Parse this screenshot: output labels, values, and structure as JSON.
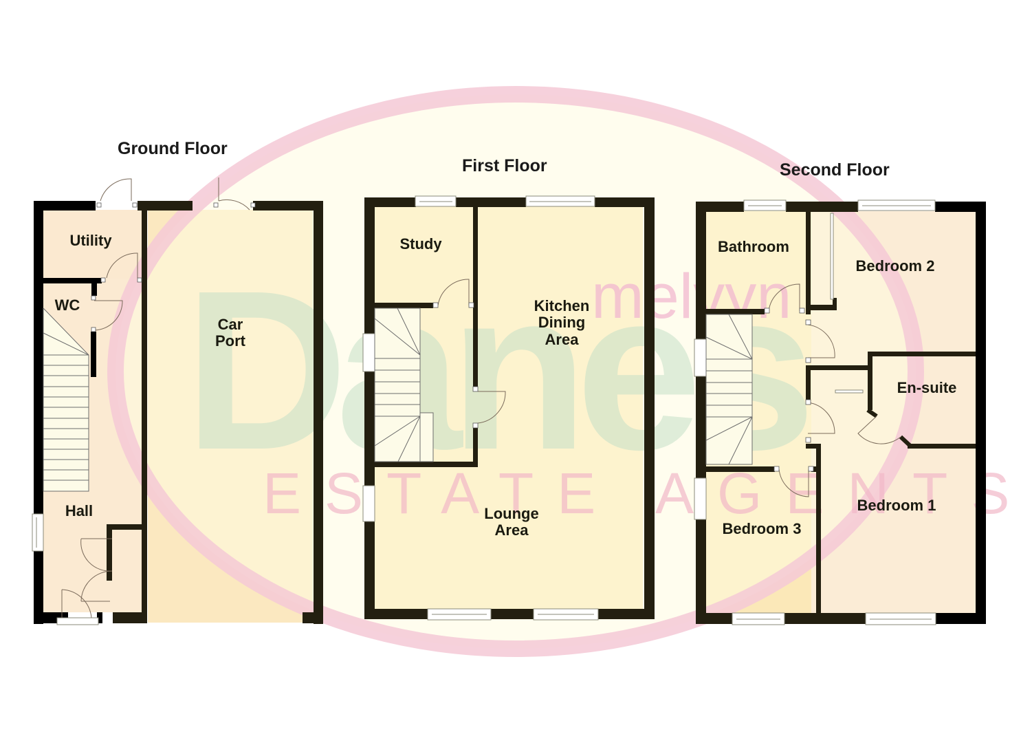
{
  "floors": {
    "ground": {
      "title": "Ground Floor",
      "rooms": {
        "utility": "Utility",
        "wc": "WC",
        "hall": "Hall",
        "car_port_line1": "Car",
        "car_port_line2": "Port"
      }
    },
    "first": {
      "title": "First Floor",
      "rooms": {
        "study": "Study",
        "kitchen_line1": "Kitchen",
        "kitchen_line2": "Dining",
        "kitchen_line3": "Area",
        "lounge_line1": "Lounge",
        "lounge_line2": "Area"
      }
    },
    "second": {
      "title": "Second Floor",
      "rooms": {
        "bathroom": "Bathroom",
        "bedroom2": "Bedroom 2",
        "ensuite": "En-suite",
        "bedroom1": "Bedroom 1",
        "bedroom3": "Bedroom 3"
      }
    }
  },
  "watermark": {
    "brand_top": "melvyn",
    "brand_main": "Danes",
    "brand_sub": "ESTATE AGENTS",
    "colors": {
      "ring": "#f4c9d6",
      "ring_fill": "#fffbe3",
      "danes": "#c5e0c8",
      "melvyn": "#f2b8d0"
    }
  },
  "colors": {
    "wall": "#231f10",
    "room_warm": "#fbe9c6",
    "room_yellow": "#fbe8b4",
    "room_peach": "#fbeedd"
  }
}
